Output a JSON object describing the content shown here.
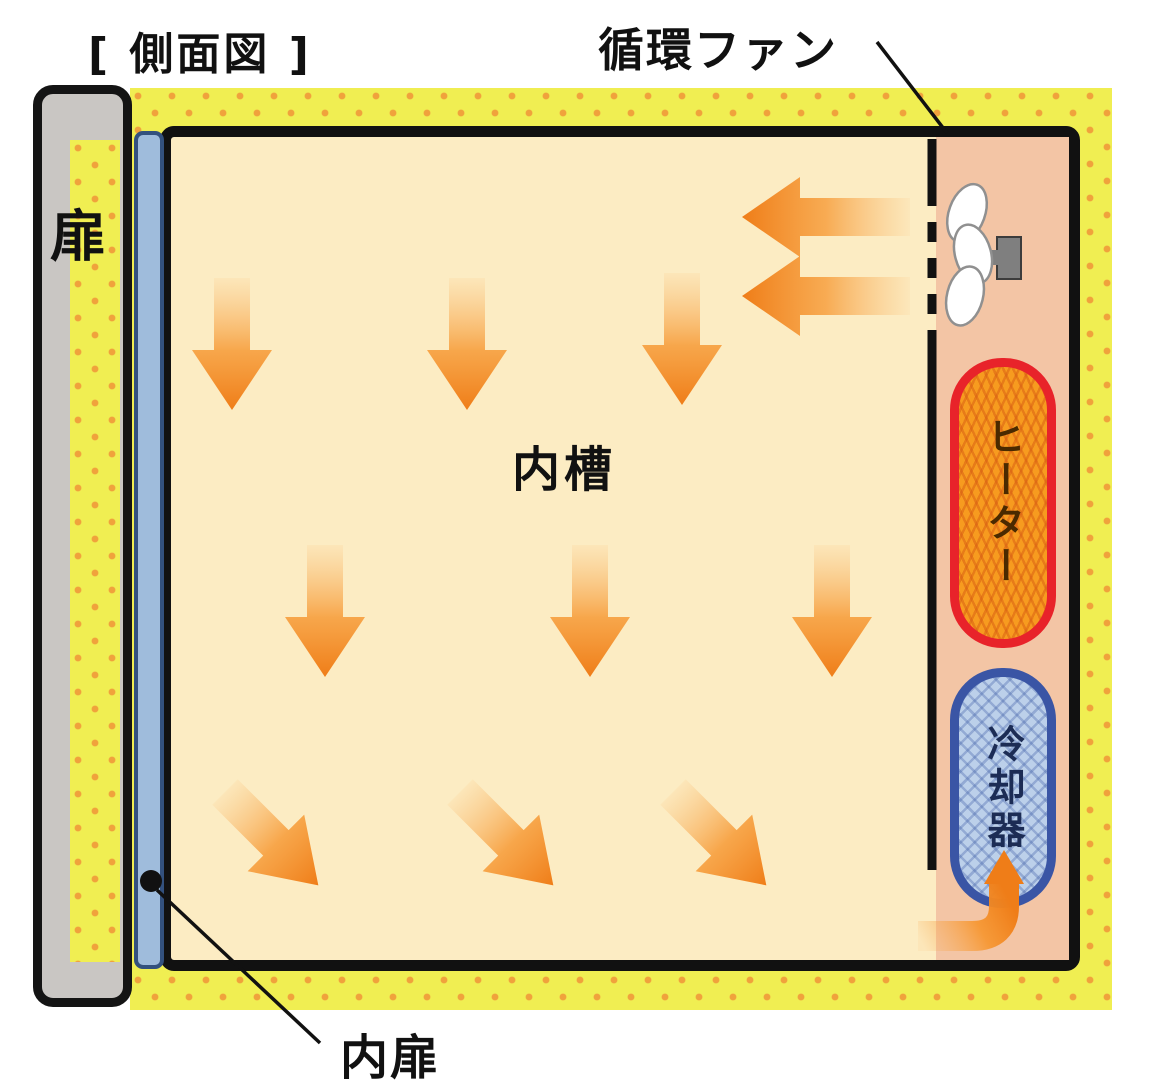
{
  "page": {
    "title": "[ 側面図 ]"
  },
  "labels": {
    "circulation_fan": "循環ファン",
    "door": "扉",
    "inner_chamber": "内槽",
    "heater": "ヒーター",
    "cooler": "冷却器",
    "inner_door": "内扉"
  },
  "colors": {
    "insulation_fill": "#f0ee52",
    "insulation_dot": "#f0a23c",
    "chamber_fill": "#fcecc3",
    "compartment_fill": "#f3c5a5",
    "arrow_orange": "#ef7d18",
    "heater_fill": "#f79b1f",
    "heater_border": "#e8232a",
    "cooler_fill": "#bcd0ea",
    "cooler_border": "#3a55a5",
    "door_fill": "#c9c6c3",
    "inner_door_fill": "#9fbcdc"
  }
}
